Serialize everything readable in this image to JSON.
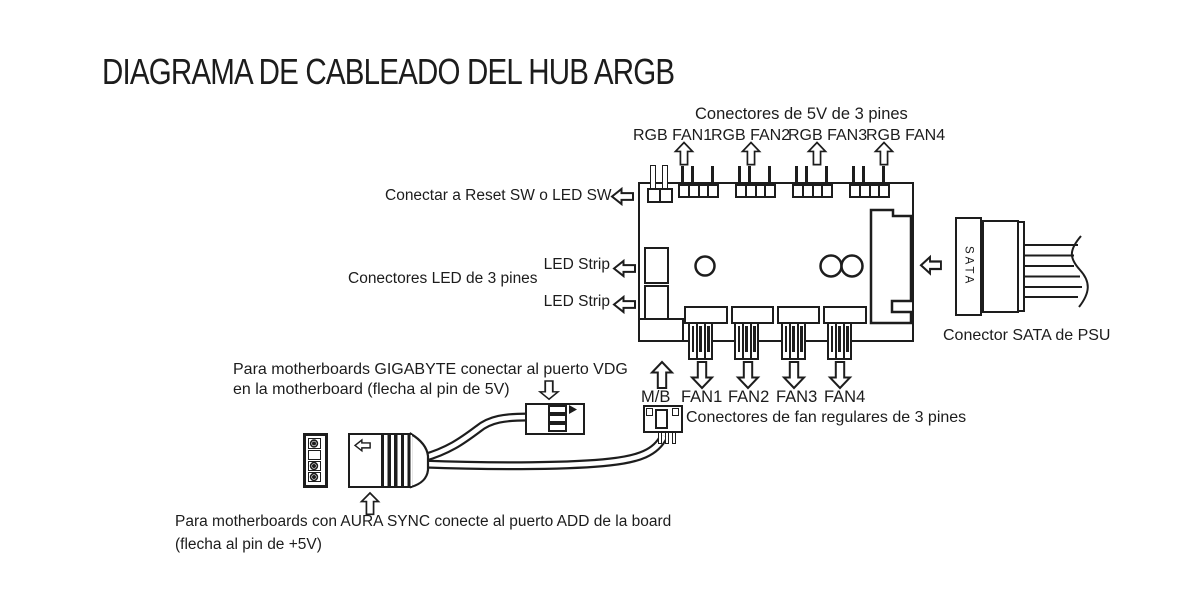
{
  "colors": {
    "background": "#ffffff",
    "line": "#1d1d1d",
    "text": "#1c1c1c"
  },
  "title": "DIAGRAMA DE CABLEADO DEL HUB ARGB",
  "hub": {
    "top_connectors_label": "Conectores de 5V de 3 pines",
    "rgb_fan_labels": [
      "RGB FAN1",
      "RGB FAN2",
      "RGB FAN3",
      "RGB FAN4"
    ],
    "reset_label": "Conectar a Reset SW o LED SW",
    "led_strip_labels": [
      "LED Strip",
      "LED Strip"
    ],
    "led_connectors_label": "Conectores LED de 3 pines",
    "bottom_port_labels": [
      "M/B",
      "FAN1",
      "FAN2",
      "FAN3",
      "FAN4"
    ],
    "fan_connectors_label": "Conectores de fan regulares de 3 pines"
  },
  "sata": {
    "connector_text": "SATA",
    "label": "Conector SATA de PSU"
  },
  "notes": {
    "gigabyte_line1": "Para motherboards GIGABYTE conectar al puerto VDG",
    "gigabyte_line2": "en la motherboard (flecha al pin de 5V)",
    "aura_line1": "Para motherboards con AURA SYNC conecte al puerto ADD de la board",
    "aura_line2": "(flecha al pin de +5V)"
  }
}
